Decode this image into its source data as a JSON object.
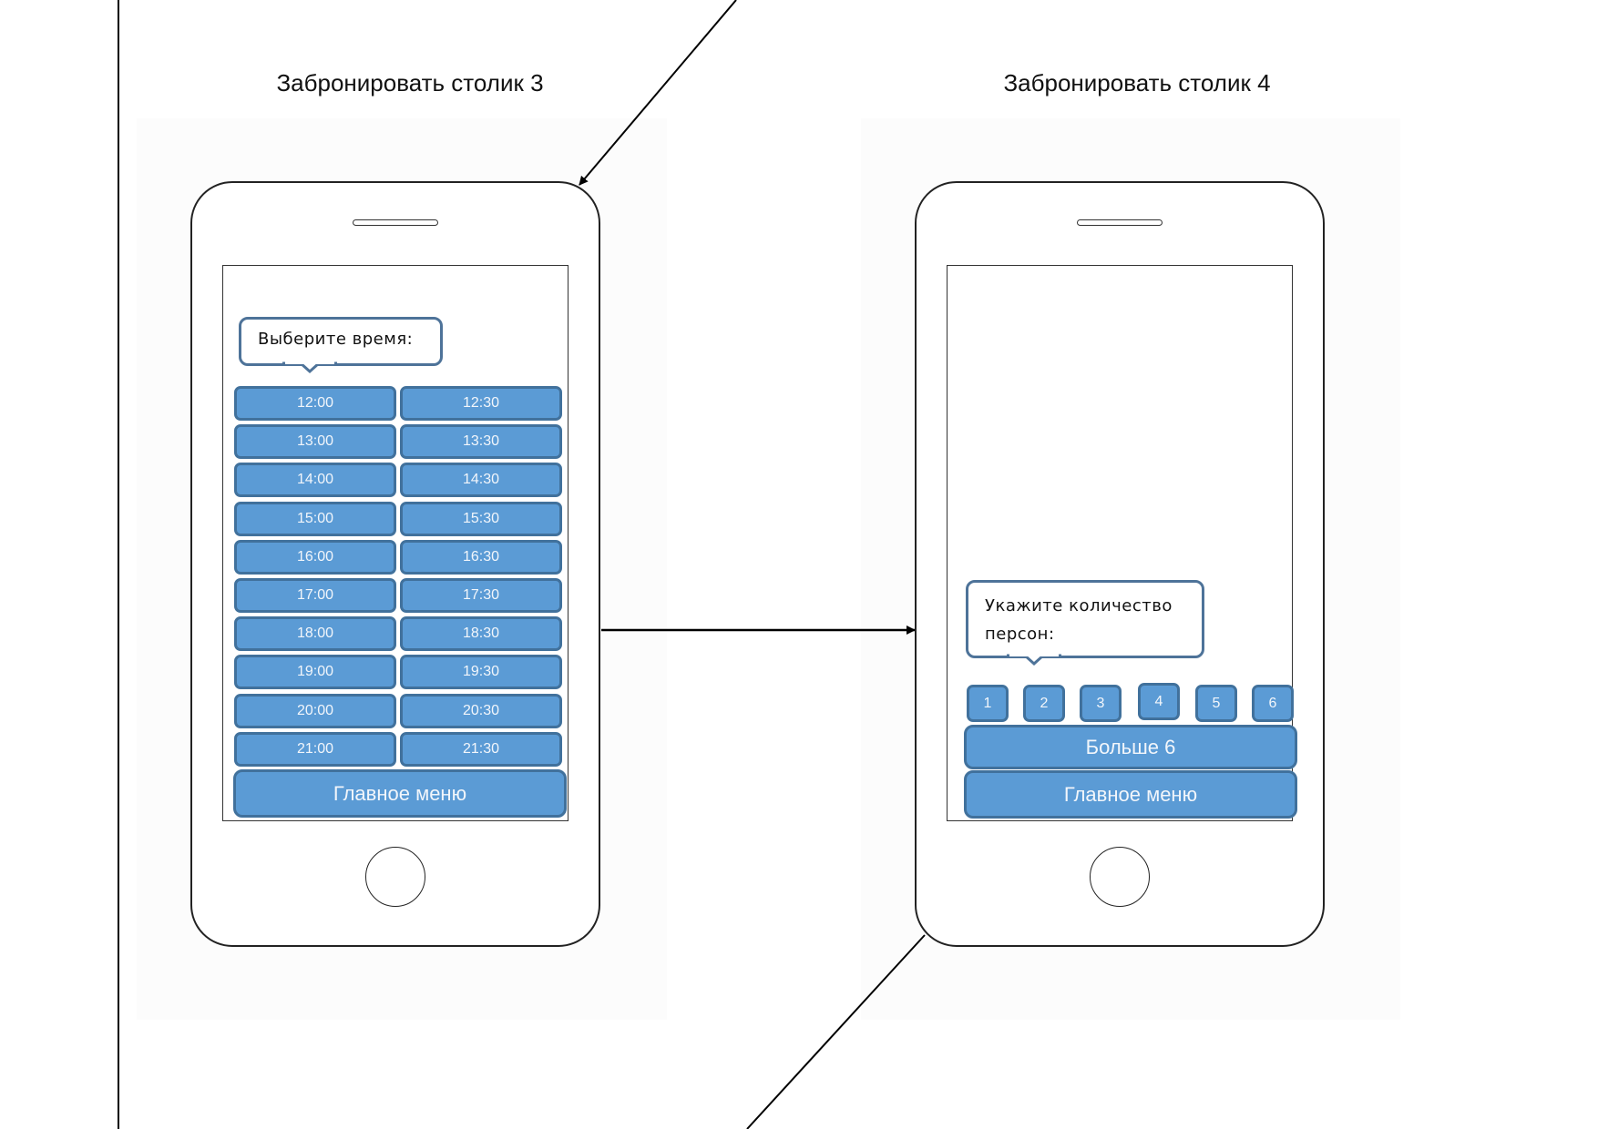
{
  "screens": [
    {
      "title": "Забронировать столик 3",
      "prompt": "Выберите время:",
      "time_slots": [
        [
          "12:00",
          "12:30"
        ],
        [
          "13:00",
          "13:30"
        ],
        [
          "14:00",
          "14:30"
        ],
        [
          "15:00",
          "15:30"
        ],
        [
          "16:00",
          "16:30"
        ],
        [
          "17:00",
          "17:30"
        ],
        [
          "18:00",
          "18:30"
        ],
        [
          "19:00",
          "19:30"
        ],
        [
          "20:00",
          "20:30"
        ],
        [
          "21:00",
          "21:30"
        ]
      ],
      "main_menu_label": "Главное меню"
    },
    {
      "title": "Забронировать столик 4",
      "prompt_line1": "Укажите количество",
      "prompt_line2": "персон:",
      "person_counts": [
        "1",
        "2",
        "3",
        "4",
        "5",
        "6"
      ],
      "more_label": "Больше 6",
      "main_menu_label": "Главное меню"
    }
  ],
  "colors": {
    "button_fill": "#5b9bd5",
    "button_border": "#41719c",
    "bubble_border": "#4e7399"
  }
}
